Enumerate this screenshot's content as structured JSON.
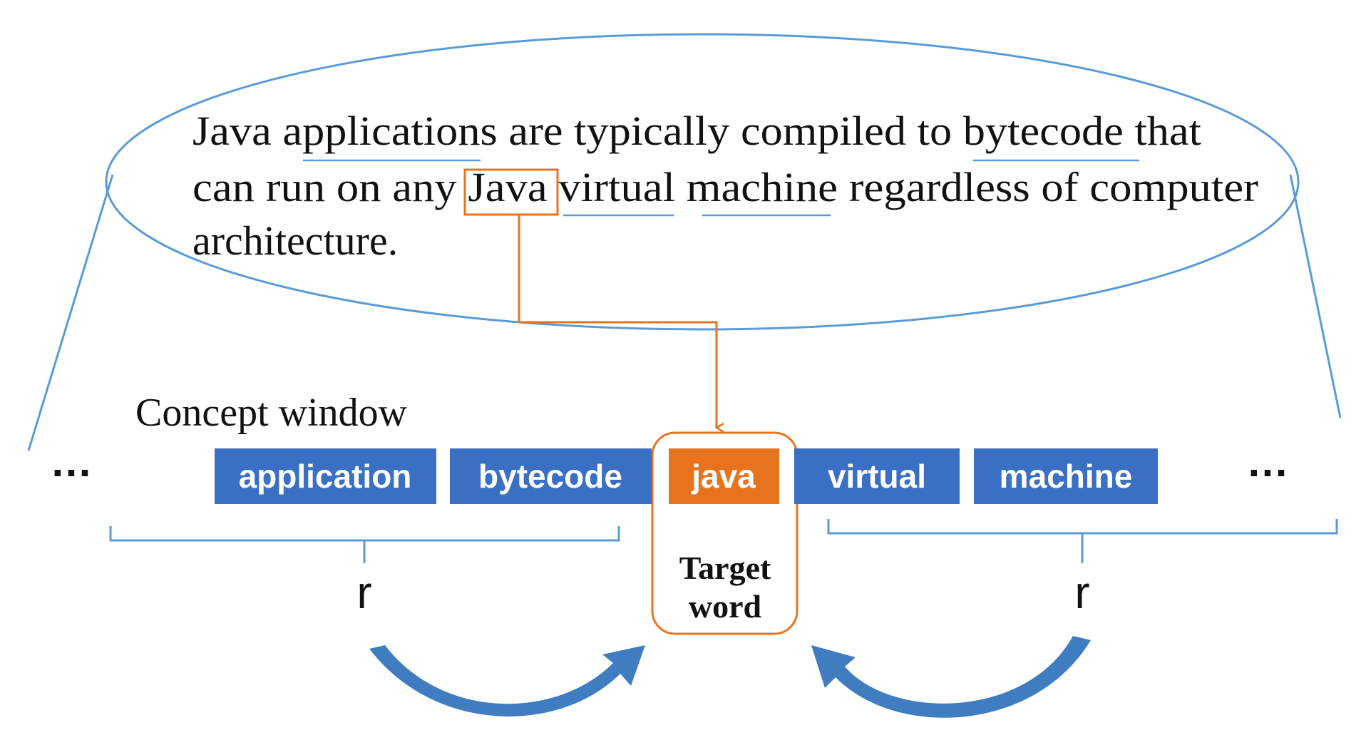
{
  "sentence": {
    "line1": "Java applications are typically compiled to bytecode that",
    "line2": "can run on any Java virtual machine regardless of computer",
    "line3": "architecture."
  },
  "concept_window": {
    "label": "Concept window",
    "ellipsis_left": "…",
    "ellipsis_right": "…",
    "tokens": [
      {
        "label": "application",
        "color": "#3A6FC4"
      },
      {
        "label": "bytecode",
        "color": "#3A6FC4"
      },
      {
        "label": "java",
        "color": "#E8731E"
      },
      {
        "label": "virtual",
        "color": "#3A6FC4"
      },
      {
        "label": "machine",
        "color": "#3A6FC4"
      }
    ]
  },
  "target": {
    "line1": "Target",
    "line2": "word",
    "color": "#E8731E"
  },
  "radius": {
    "left": "r",
    "right": "r"
  },
  "colors": {
    "outline": "#5B9BD5",
    "arrow": "#3F7CC0",
    "highlight": "#E8731E"
  }
}
